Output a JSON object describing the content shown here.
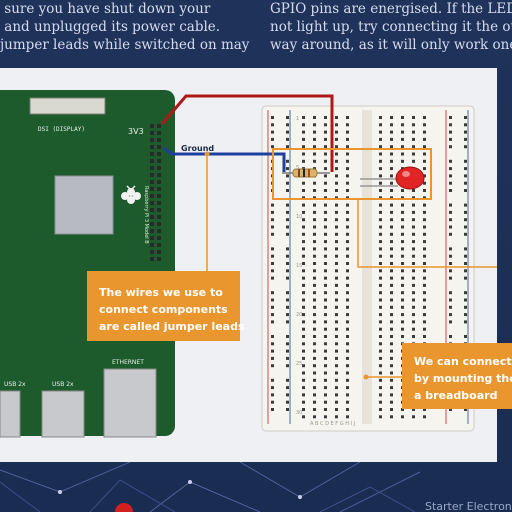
{
  "article": {
    "left_column": " sure you have shut down your\n and unplugged its power cable.\njumper leads while switched on may",
    "right_column": "GPIO pins are energised. If the LED doe\nnot light up, try connecting it the other\nway around, as it will only work one way"
  },
  "figure": {
    "wire_label": "Ground",
    "pin_label": "3V3",
    "board_labels": {
      "display": "DSI (DISPLAY)",
      "usb": "USB 2x",
      "usb_right": "USB 2x",
      "ethernet": "ETHERNET",
      "side_label": "Raspberry Pi 3 Model B"
    },
    "breadboard_row_numbers": [
      "1",
      "5",
      "10",
      "15",
      "20",
      "25",
      "30"
    ],
    "breadboard_columns": "A B C D E  F G H I J"
  },
  "callouts": {
    "jumper": "The wires we use to\nconnect components\nare called jumper leads",
    "breadboard": "We can connect co\nby mounting them\na breadboard"
  },
  "footer": {
    "text": "Starter Electronic"
  },
  "colors": {
    "background": "#1b2f57",
    "board": "#1d5b2c",
    "accent": "#e9962f",
    "led": "#e12525",
    "red_wire": "#b01818",
    "blue_wire": "#1d3f9e"
  }
}
